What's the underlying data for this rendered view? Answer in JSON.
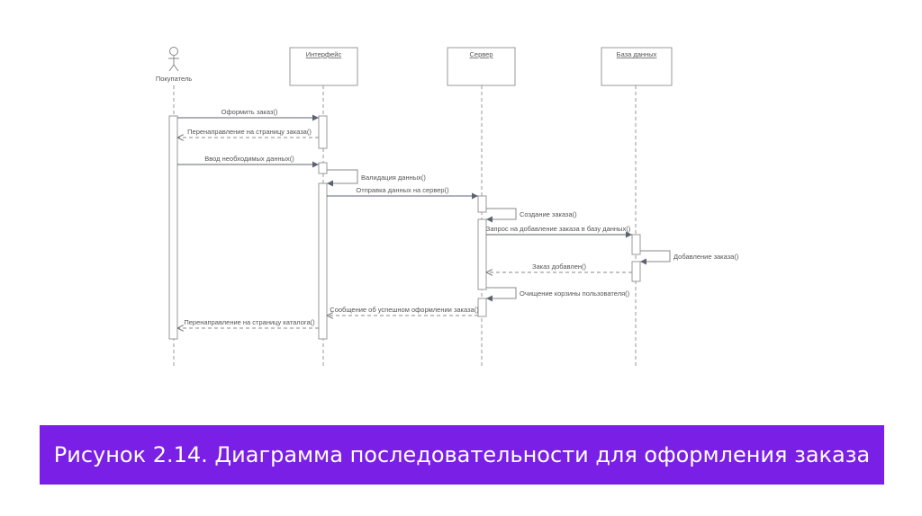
{
  "actor": {
    "label": "Покупатель"
  },
  "lifelines": [
    {
      "id": "ui",
      "label": "Интерфейс"
    },
    {
      "id": "server",
      "label": "Сервер"
    },
    {
      "id": "db",
      "label": "База данных"
    }
  ],
  "messages": [
    {
      "label": "Оформить заказ()",
      "kind": "sync"
    },
    {
      "label": "Перенаправление на страницу заказа()",
      "kind": "return"
    },
    {
      "label": "Ввод необходимых данных()",
      "kind": "sync"
    },
    {
      "label": "Валидация данных()",
      "kind": "self"
    },
    {
      "label": "Отправка данных на сервер()",
      "kind": "sync"
    },
    {
      "label": "Создание заказа()",
      "kind": "self"
    },
    {
      "label": "Запрос на добавление заказа в базу данных()",
      "kind": "sync"
    },
    {
      "label": "Добавление заказа()",
      "kind": "self"
    },
    {
      "label": "Заказ добавлен()",
      "kind": "return"
    },
    {
      "label": "Очищение корзины пользователя()",
      "kind": "self"
    },
    {
      "label": "Сообщение об успешном оформлении заказа()",
      "kind": "return"
    },
    {
      "label": "Перенаправление на страницу каталога()",
      "kind": "return"
    }
  ],
  "caption": "Рисунок 2.14. Диаграмма последовательности для оформления заказа",
  "colors": {
    "caption_bg": "#7a1fe6",
    "line": "#888888",
    "arrow_fill": "#5a6470"
  }
}
